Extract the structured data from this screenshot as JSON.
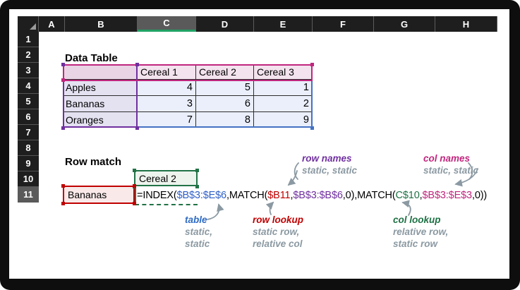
{
  "sheet": {
    "column_headers": [
      "A",
      "B",
      "C",
      "D",
      "E",
      "F",
      "G",
      "H"
    ],
    "selected_column": "C",
    "row_headers": [
      "1",
      "2",
      "3",
      "4",
      "5",
      "6",
      "7",
      "8",
      "9",
      "10",
      "11"
    ],
    "selected_row": "11"
  },
  "labels": {
    "data_table_title": "Data Table",
    "row_match_title": "Row match"
  },
  "data_table": {
    "columns": [
      "",
      "Cereal 1",
      "Cereal 2",
      "Cereal 3"
    ],
    "rows": [
      {
        "label": "Apples",
        "values": [
          4,
          5,
          1
        ]
      },
      {
        "label": "Bananas",
        "values": [
          3,
          6,
          2
        ]
      },
      {
        "label": "Oranges",
        "values": [
          7,
          8,
          9
        ]
      }
    ]
  },
  "row_match": {
    "col_lookup_cell": "Cereal 2",
    "row_lookup_cell": "Bananas"
  },
  "formula": {
    "full_text": "=INDEX($B$3:$E$6,MATCH($B11,$B$3:$B$6,0),MATCH(C$10,$B$3:$E$3,0))",
    "segments": [
      {
        "text": "=INDEX(",
        "color": "black"
      },
      {
        "text": "$B$3:$E$6",
        "color": "blue"
      },
      {
        "text": ",MATCH(",
        "color": "black"
      },
      {
        "text": "$B11",
        "color": "red"
      },
      {
        "text": ",",
        "color": "black"
      },
      {
        "text": "$B$3:$B$6",
        "color": "purple"
      },
      {
        "text": ",0),MATCH(",
        "color": "black"
      },
      {
        "text": "C$10",
        "color": "green"
      },
      {
        "text": ",",
        "color": "black"
      },
      {
        "text": "$B$3:$E$3",
        "color": "magenta"
      },
      {
        "text": ",0))",
        "color": "black"
      }
    ]
  },
  "annotations": {
    "row_names": {
      "label": "row names",
      "sub": "static, static",
      "color": "purple"
    },
    "col_names": {
      "label": "col names",
      "sub": "static, static",
      "color": "magenta"
    },
    "table": {
      "label": "table",
      "line1": "static,",
      "line2": "static",
      "color": "blue"
    },
    "row_lookup": {
      "label": "row lookup",
      "line1": "static row,",
      "line2": "relative col",
      "color": "red"
    },
    "col_lookup": {
      "label": "col lookup",
      "line1": "relative row,",
      "line2": "static row",
      "color": "green"
    }
  },
  "colors": {
    "black": "#000000",
    "blue": "#2e5fc7",
    "red": "#c00000",
    "purple": "#7030a0",
    "green": "#1e7145",
    "magenta": "#c0267e",
    "range_blue": "#4472c4",
    "range_green": "#217346",
    "header_select_green": "#21a366",
    "annotation_gray": "#8b99a2"
  }
}
